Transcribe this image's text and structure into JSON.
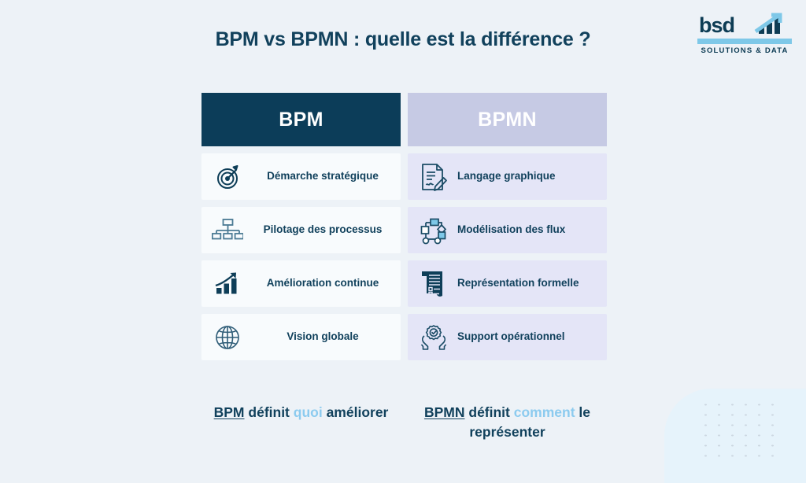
{
  "page": {
    "title": "BPM vs BPMN : quelle est la différence ?",
    "background_color": "#edf2f7",
    "dark_navy": "#0c3d59",
    "lavender": "#c6cae4",
    "accent_blue": "#8ccbef"
  },
  "logo": {
    "wordmark": "bsd",
    "tagline": "SOLUTIONS & DATA",
    "mark_icon": "rising-bar-chart-arrow-icon",
    "bar_color": "#7ec8e8",
    "text_color": "#0d3c54"
  },
  "columns": [
    {
      "key": "bpm",
      "header": "BPM",
      "header_bg": "#0c3d59",
      "header_text_color": "#ffffff",
      "card_bg": "#f8fbfd",
      "rows": [
        {
          "label": "Démarche stratégique",
          "icon": "target-dart-icon"
        },
        {
          "label": "Pilotage des processus",
          "icon": "org-chart-icon"
        },
        {
          "label": "Amélioration continue",
          "icon": "growth-chart-icon"
        },
        {
          "label": "Vision globale",
          "icon": "globe-icon"
        }
      ]
    },
    {
      "key": "bpmn",
      "header": "BPMN",
      "header_bg": "#c6cae4",
      "header_text_color": "#ffffff",
      "card_bg": "#e4e5f7",
      "rows": [
        {
          "label": "Langage graphique",
          "icon": "document-pen-signature-icon"
        },
        {
          "label": "Modélisation des flux",
          "icon": "flowchart-diagram-icon"
        },
        {
          "label": "Représentation formelle",
          "icon": "scroll-checklist-icon"
        },
        {
          "label": "Support opérationnel",
          "icon": "hands-gear-check-icon"
        }
      ]
    }
  ],
  "footer": {
    "bpm": {
      "term": "BPM",
      "verb": "définit",
      "accent_word": "quoi",
      "tail": "améliorer"
    },
    "bpmn": {
      "term": "BPMN",
      "verb": "définit",
      "accent_word": "comment",
      "tail": "le représenter"
    }
  }
}
